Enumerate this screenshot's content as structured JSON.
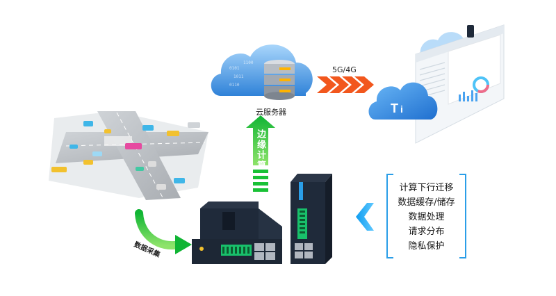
{
  "labels": {
    "cloud_server": "云服务器",
    "network": "5G/4G",
    "edge_computing": "边缘计算",
    "data_collection": "数据采集"
  },
  "features": [
    "计算下行迁移",
    "数据缓存/储存",
    "数据处理",
    "请求分布",
    "隐私保护"
  ],
  "colors": {
    "accent_green": "#19c136",
    "accent_blue": "#2a9ee8",
    "arrow_orange": "#f2571d",
    "cloud_blue": "#3c8fe0",
    "device_dark": "#1f2a3a"
  }
}
